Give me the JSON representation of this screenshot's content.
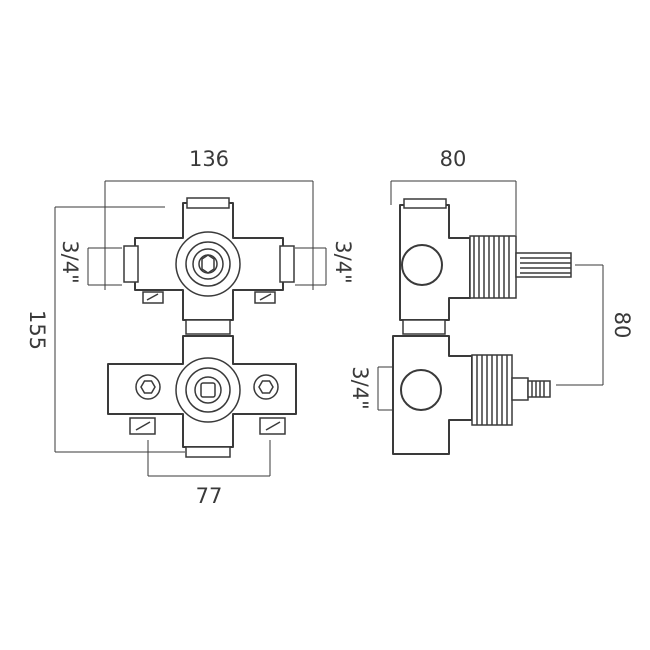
{
  "dimensions": {
    "front_width": "136",
    "front_height": "155",
    "front_lower_spacing": "77",
    "side_depth": "80",
    "side_outlet_spacing": "80"
  },
  "thread_labels": {
    "front_left": "3/4\"",
    "front_right": "3/4\"",
    "side_lower": "3/4\""
  }
}
